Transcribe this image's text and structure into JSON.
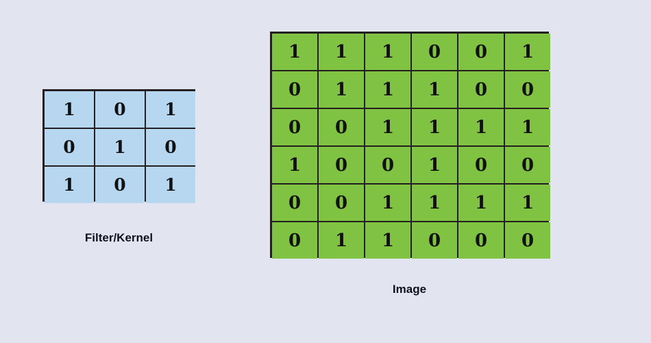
{
  "background_color": "#e2e5ef",
  "chart_data": {
    "type": "table",
    "title": "",
    "panels": [
      {
        "name": "filter-kernel",
        "caption": "Filter/Kernel",
        "rows": 3,
        "cols": 3,
        "cell_color": "#b6d7ef",
        "border_color": "#231f20",
        "matrix": [
          [
            1,
            0,
            1
          ],
          [
            0,
            1,
            0
          ],
          [
            1,
            0,
            1
          ]
        ]
      },
      {
        "name": "image-matrix",
        "caption": "Image",
        "rows": 6,
        "cols": 6,
        "cell_color": "#80c342",
        "border_color": "#231f20",
        "matrix": [
          [
            1,
            1,
            1,
            0,
            0,
            1
          ],
          [
            0,
            1,
            1,
            1,
            0,
            0
          ],
          [
            0,
            0,
            1,
            1,
            1,
            1
          ],
          [
            1,
            0,
            0,
            1,
            0,
            0
          ],
          [
            0,
            0,
            1,
            1,
            1,
            1
          ],
          [
            0,
            1,
            1,
            0,
            0,
            0
          ]
        ]
      }
    ]
  },
  "filter": {
    "caption": "Filter/Kernel",
    "matrix": [
      [
        1,
        0,
        1
      ],
      [
        0,
        1,
        0
      ],
      [
        1,
        0,
        1
      ]
    ]
  },
  "image": {
    "caption": "Image",
    "matrix": [
      [
        1,
        1,
        1,
        0,
        0,
        1
      ],
      [
        0,
        1,
        1,
        1,
        0,
        0
      ],
      [
        0,
        0,
        1,
        1,
        1,
        1
      ],
      [
        1,
        0,
        0,
        1,
        0,
        0
      ],
      [
        0,
        0,
        1,
        1,
        1,
        1
      ],
      [
        0,
        1,
        1,
        0,
        0,
        0
      ]
    ]
  }
}
